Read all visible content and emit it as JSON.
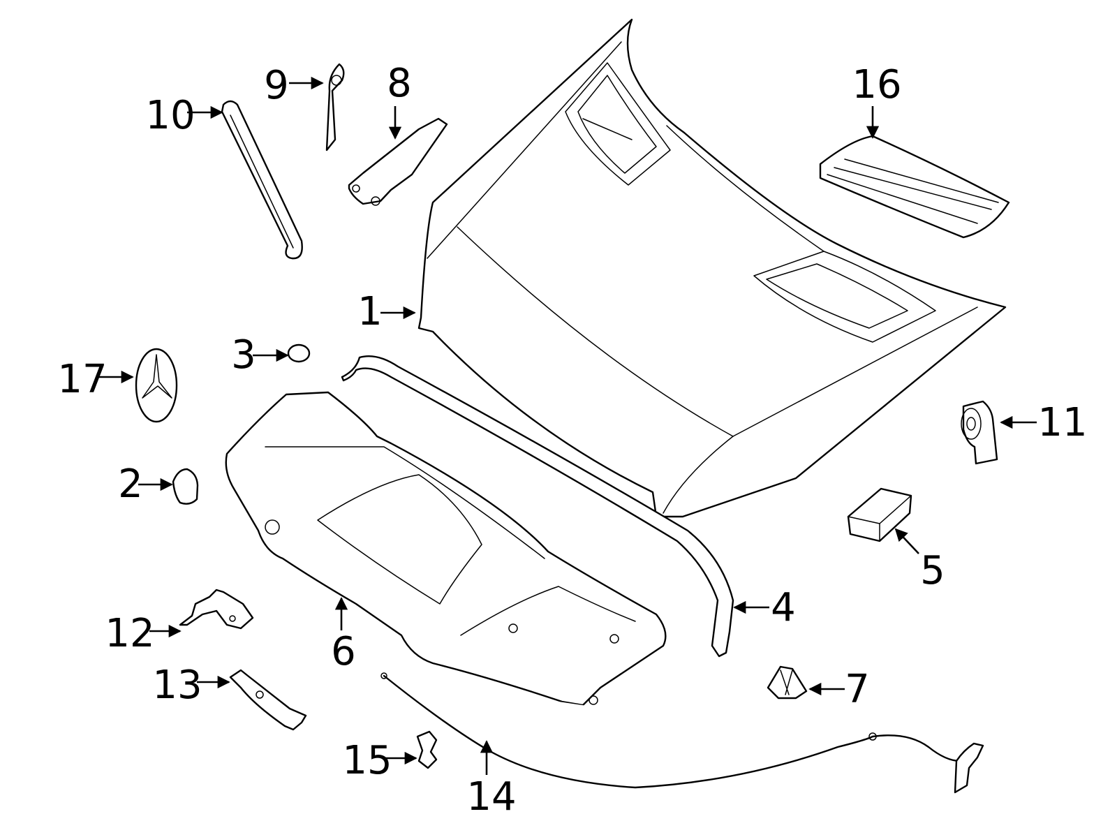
{
  "colors": {
    "line": "#000000",
    "background": "#ffffff"
  },
  "callouts": [
    {
      "id": "1",
      "label": "1"
    },
    {
      "id": "2",
      "label": "2"
    },
    {
      "id": "3",
      "label": "3"
    },
    {
      "id": "4",
      "label": "4"
    },
    {
      "id": "5",
      "label": "5"
    },
    {
      "id": "6",
      "label": "6"
    },
    {
      "id": "7",
      "label": "7"
    },
    {
      "id": "8",
      "label": "8"
    },
    {
      "id": "9",
      "label": "9"
    },
    {
      "id": "10",
      "label": "10"
    },
    {
      "id": "11",
      "label": "11"
    },
    {
      "id": "12",
      "label": "12"
    },
    {
      "id": "13",
      "label": "13"
    },
    {
      "id": "14",
      "label": "14"
    },
    {
      "id": "15",
      "label": "15"
    },
    {
      "id": "16",
      "label": "16"
    },
    {
      "id": "17",
      "label": "17"
    }
  ]
}
